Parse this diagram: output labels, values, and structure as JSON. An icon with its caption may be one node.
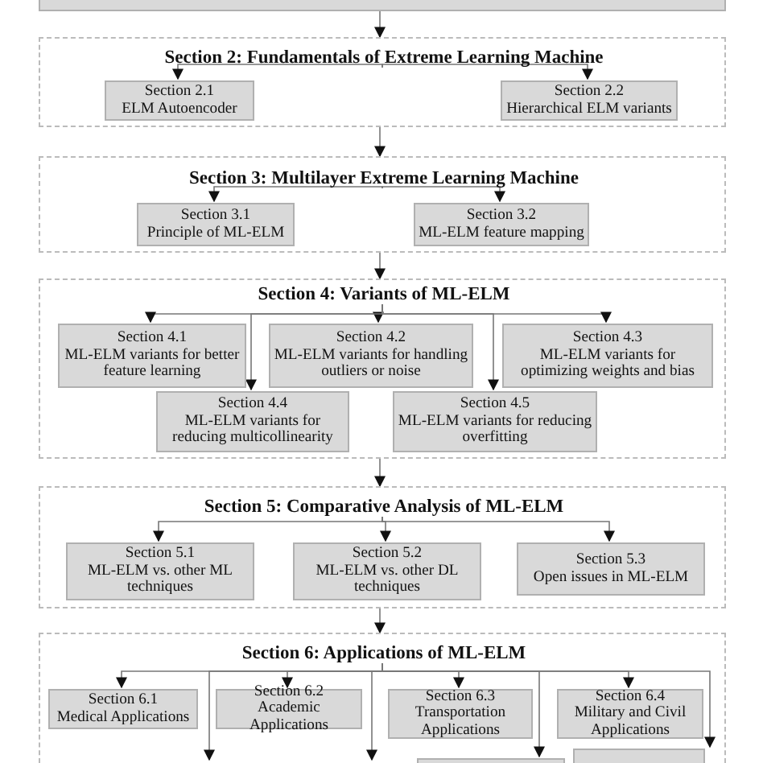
{
  "diagram": {
    "nodes": [
      {
        "text": [],
        "shape": "box"
      },
      {
        "text": [],
        "shape": "box"
      },
      {
        "text": [
          "Section 2: Fundamentals of Extreme Learning Machine"
        ],
        "in": 1
      },
      {
        "text": [
          "Section 2.1",
          "ELM Autoencoder"
        ],
        "in": 1
      },
      {
        "text": [
          "Section 2.2",
          "Hierarchical ELM variants"
        ],
        "in": 1
      },
      {
        "text": [],
        "shape": "box"
      },
      {
        "text": [
          "Section 3: Multilayer Extreme Learning Machine"
        ],
        "in": 5
      },
      {
        "text": [
          "Section 3.1",
          "Principle of ML-ELM"
        ],
        "in": 5
      },
      {
        "text": [
          "Section 3.2",
          "ML-ELM feature mapping"
        ],
        "in": 5
      },
      {
        "text": [],
        "shape": "box"
      },
      {
        "text": [
          "Section 4: Variants of ML-ELM"
        ],
        "in": 9
      },
      {
        "text": [
          "Section 4.1",
          "ML-ELM variants for better feature learning"
        ],
        "in": 9
      },
      {
        "text": [
          "Section 4.2",
          "ML-ELM variants for handling outliers or noise"
        ],
        "in": 9
      },
      {
        "text": [
          "Section 4.3",
          "ML-ELM variants for optimizing weights and bias"
        ],
        "in": 9
      },
      {
        "text": [
          "Section 4.4",
          "ML-ELM variants for reducing multicollinearity"
        ],
        "in": 9
      },
      {
        "text": [
          "Section 4.5",
          "ML-ELM variants for reducing overfitting"
        ],
        "in": 9
      },
      {
        "text": [],
        "shape": "box"
      },
      {
        "text": [
          "Section 5: Comparative Analysis of ML-ELM"
        ],
        "in": 16
      },
      {
        "text": [
          "Section 5.1",
          "ML-ELM vs. other ML techniques"
        ],
        "in": 16
      },
      {
        "text": [
          "Section 5.2",
          "ML-ELM vs. other DL techniques"
        ],
        "in": 16
      },
      {
        "text": [
          "Section 5.3",
          "Open issues in ML-ELM"
        ],
        "in": 16
      },
      {
        "text": [],
        "shape": "box"
      },
      {
        "text": [
          "Section 6: Applications of ML-ELM"
        ],
        "in": 21
      },
      {
        "text": [
          "Section 6.1",
          "Medical Applications"
        ],
        "in": 21
      },
      {
        "text": [
          "Section 6.2",
          "Academic Applications"
        ],
        "in": 21
      },
      {
        "text": [
          "Section 6.3",
          "Transportation Applications"
        ],
        "in": 21
      },
      {
        "text": [
          "Section 6.4",
          "Military and Civil Applications"
        ],
        "in": 21
      },
      {
        "text": [],
        "shape": "box",
        "in": 21
      },
      {
        "text": [],
        "shape": "box",
        "in": 21
      }
    ],
    "edges": [
      {
        "from": 0,
        "to": 1,
        "arrow": "to"
      },
      {
        "from": 2,
        "to": 3,
        "arrow": "to"
      },
      {
        "from": 2,
        "to": 4,
        "arrow": "to"
      },
      {
        "from": 1,
        "to": 5,
        "arrow": "to"
      },
      {
        "from": 6,
        "to": 7,
        "arrow": "to"
      },
      {
        "from": 6,
        "to": 8,
        "arrow": "to"
      },
      {
        "from": 5,
        "to": 9,
        "arrow": "to"
      },
      {
        "from": 10,
        "to": 11,
        "arrow": "to"
      },
      {
        "from": 10,
        "to": 12,
        "arrow": "to"
      },
      {
        "from": 10,
        "to": 13,
        "arrow": "to"
      },
      {
        "from": 10,
        "to": 14,
        "arrow": "to"
      },
      {
        "from": 10,
        "to": 15,
        "arrow": "to"
      },
      {
        "from": 9,
        "to": 16,
        "arrow": "to"
      },
      {
        "from": 17,
        "to": 18,
        "arrow": "to"
      },
      {
        "from": 17,
        "to": 19,
        "arrow": "to"
      },
      {
        "from": 17,
        "to": 20,
        "arrow": "to"
      },
      {
        "from": 16,
        "to": 21,
        "arrow": "to"
      },
      {
        "from": 22,
        "to": 23,
        "arrow": "to"
      },
      {
        "from": 22,
        "to": 24,
        "arrow": "to"
      },
      {
        "from": 22,
        "to": 25,
        "arrow": "to"
      },
      {
        "from": 22,
        "to": 26,
        "arrow": "to"
      },
      {
        "from": 22,
        "to": null,
        "arrow": "to"
      },
      {
        "from": 22,
        "to": null,
        "arrow": "to"
      },
      {
        "from": 22,
        "to": 27,
        "arrow": "to"
      },
      {
        "from": 22,
        "to": 28,
        "arrow": "to"
      }
    ]
  }
}
